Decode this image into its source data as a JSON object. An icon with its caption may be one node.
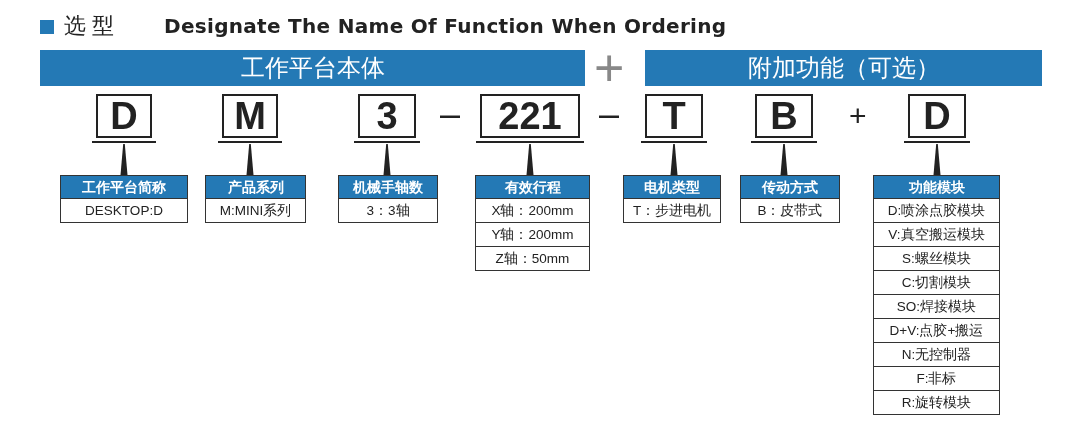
{
  "diagram": {
    "title": "选 型",
    "nodes": [
      {
        "text": [
          "工作平台本体"
        ]
      },
      {
        "text": [
          "附加功能（可选）"
        ]
      },
      {
        "text": [
          "D"
        ]
      },
      {
        "text": [
          "M"
        ]
      },
      {
        "text": [
          "3"
        ]
      },
      {
        "text": [
          "221"
        ]
      },
      {
        "text": [
          "T"
        ]
      },
      {
        "text": [
          "B"
        ]
      },
      {
        "text": [
          "D"
        ]
      },
      {
        "text": [
          "工作平台简称",
          "DESKTOP:D"
        ]
      },
      {
        "text": [
          "产品系列",
          "M:MINI系列"
        ]
      },
      {
        "text": [
          "机械手轴数",
          "3：3轴"
        ]
      },
      {
        "text": [
          "有效行程",
          "X轴：200mm",
          "Y轴：200mm",
          "Z轴：50mm"
        ]
      },
      {
        "text": [
          "电机类型",
          "T：步进电机"
        ]
      },
      {
        "text": [
          "传动方式",
          "B：皮带式"
        ]
      },
      {
        "text": [
          "功能模块",
          "D:喷涂点胶模块",
          "V:真空搬运模块",
          "S:螺丝模块",
          "C:切割模块",
          "SO:焊接模块",
          "D+V:点胶+搬运",
          "N:无控制器",
          "F:非标",
          "R:旋转模块"
        ]
      }
    ],
    "edges": [
      {
        "from": 2,
        "to": 9,
        "arrow": "none"
      },
      {
        "from": 3,
        "to": 10,
        "arrow": "none"
      },
      {
        "from": 4,
        "to": 11,
        "arrow": "none"
      },
      {
        "from": 5,
        "to": 12,
        "arrow": "none"
      },
      {
        "from": 6,
        "to": 13,
        "arrow": "none"
      },
      {
        "from": 7,
        "to": 14,
        "arrow": "none"
      },
      {
        "from": 8,
        "to": 15,
        "arrow": "none"
      }
    ],
    "labels": [
      "Designate The Name Of Function When Ordering",
      "+",
      "–",
      "–",
      "+"
    ]
  }
}
